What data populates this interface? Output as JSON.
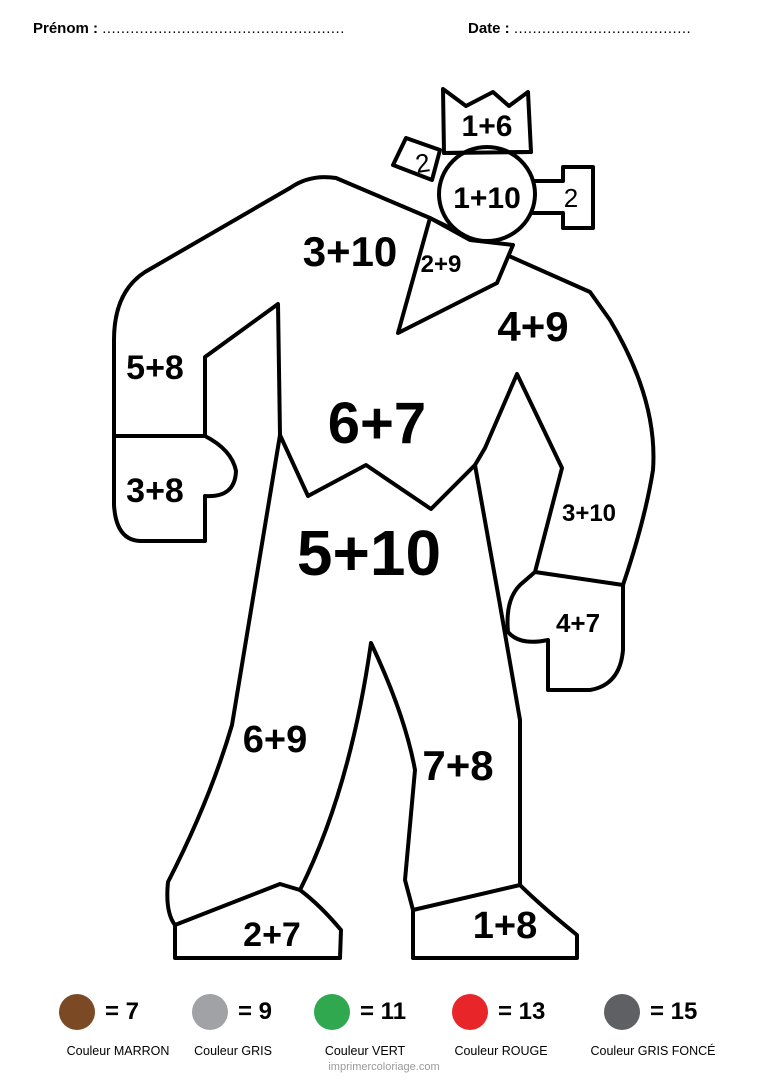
{
  "header": {
    "name_label": "Prénom :",
    "name_dots": "....................................................",
    "date_label": "Date :",
    "date_dots": "......................................"
  },
  "regions": [
    {
      "label": "1+6"
    },
    {
      "label": "2"
    },
    {
      "label": "1+10"
    },
    {
      "label": "2"
    },
    {
      "label": "3+10"
    },
    {
      "label": "2+9"
    },
    {
      "label": "4+9"
    },
    {
      "label": "5+8"
    },
    {
      "label": "6+7"
    },
    {
      "label": "3+8"
    },
    {
      "label": "3+10"
    },
    {
      "label": "5+10"
    },
    {
      "label": "4+7"
    },
    {
      "label": "6+9"
    },
    {
      "label": "7+8"
    },
    {
      "label": "2+7"
    },
    {
      "label": "1+8"
    }
  ],
  "legend": [
    {
      "color": "#7B4A25",
      "equals": "= 7",
      "label": "Couleur MARRON"
    },
    {
      "color": "#A0A2A6",
      "equals": "= 9",
      "label": "Couleur GRIS"
    },
    {
      "color": "#2FA84F",
      "equals": "= 11",
      "label": "Couleur VERT"
    },
    {
      "color": "#E8262A",
      "equals": "= 13",
      "label": "Couleur ROUGE"
    },
    {
      "color": "#5F6064",
      "equals": "= 15",
      "label": "Couleur GRIS FONCÉ"
    }
  ],
  "footer": "imprimercoloriage.com"
}
